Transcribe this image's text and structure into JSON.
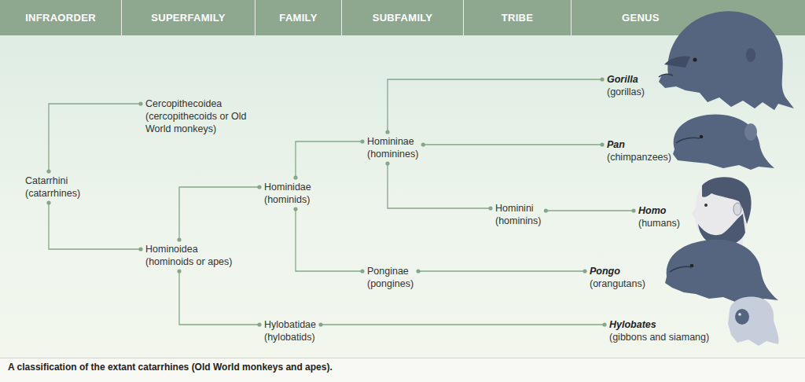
{
  "diagram": {
    "caption": "A classification of the extant catarrhines (Old World monkeys and apes).",
    "nodes": [
      {
        "text": [
          "Catarrhini",
          "(catarrhines)"
        ]
      },
      {
        "text": [
          "Cercopithecoidea",
          "(cercopithecoids or Old World monkeys)"
        ]
      },
      {
        "text": [
          "Hominoidea",
          "(hominoids or apes)"
        ]
      },
      {
        "text": [
          "Hominidae",
          "(hominids)"
        ]
      },
      {
        "text": [
          "Hylobatidae",
          "(hylobatids)"
        ]
      },
      {
        "text": [
          "Homininae",
          "(hominines)"
        ]
      },
      {
        "text": [
          "Ponginae",
          "(pongines)"
        ]
      },
      {
        "text": [
          "Hominini",
          "(hominins)"
        ]
      },
      {
        "text": [
          "Gorilla",
          "(gorillas)"
        ]
      },
      {
        "text": [
          "Pan",
          "(chimpanzees)"
        ]
      },
      {
        "text": [
          "Homo",
          "(humans)"
        ]
      },
      {
        "text": [
          "Pongo",
          "(orangutans)"
        ]
      },
      {
        "text": [
          "Hylobates",
          "(gibbons and siamang)"
        ]
      }
    ],
    "edges": [
      {
        "from": 0,
        "to": 1,
        "arrow": "none"
      },
      {
        "from": 0,
        "to": 2,
        "arrow": "none"
      },
      {
        "from": 2,
        "to": 3,
        "arrow": "none"
      },
      {
        "from": 2,
        "to": 4,
        "arrow": "none"
      },
      {
        "from": 3,
        "to": 5,
        "arrow": "none"
      },
      {
        "from": 3,
        "to": 6,
        "arrow": "none"
      },
      {
        "from": 5,
        "to": 8,
        "arrow": "none"
      },
      {
        "from": 5,
        "to": 9,
        "arrow": "none"
      },
      {
        "from": 5,
        "to": 7,
        "arrow": "none"
      },
      {
        "from": 7,
        "to": 10,
        "arrow": "none"
      },
      {
        "from": 6,
        "to": 11,
        "arrow": "none"
      },
      {
        "from": 4,
        "to": 12,
        "arrow": "none"
      }
    ],
    "labels": [
      "INFRAORDER",
      "SUPERFAMILY",
      "FAMILY",
      "SUBFAMILY",
      "TRIBE",
      "GENUS"
    ]
  }
}
